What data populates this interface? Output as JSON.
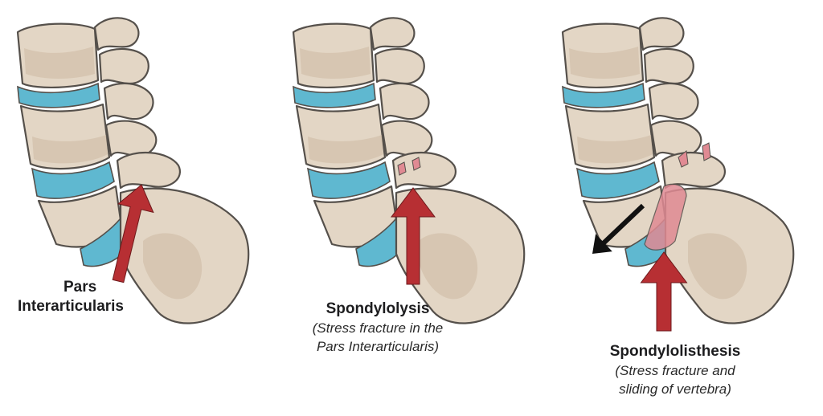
{
  "panels": [
    {
      "title_lines": [
        "Pars",
        "Interarticularis"
      ],
      "subtitle_lines": []
    },
    {
      "title_lines": [
        "Spondylolysis"
      ],
      "subtitle_lines": [
        "(Stress fracture in the",
        "Pars Interarticularis)"
      ]
    },
    {
      "title_lines": [
        "Spondylolisthesis"
      ],
      "subtitle_lines": [
        "(Stress fracture and",
        "sliding of vertebra)"
      ]
    }
  ],
  "colors": {
    "bone": "#e3d6c5",
    "bone_shade": "#cdb9a2",
    "outline": "#55504b",
    "disc": "#5fb8d0",
    "fracture": "#e08a93",
    "arrow_red": "#b72f33",
    "arrow_black": "#111111"
  }
}
